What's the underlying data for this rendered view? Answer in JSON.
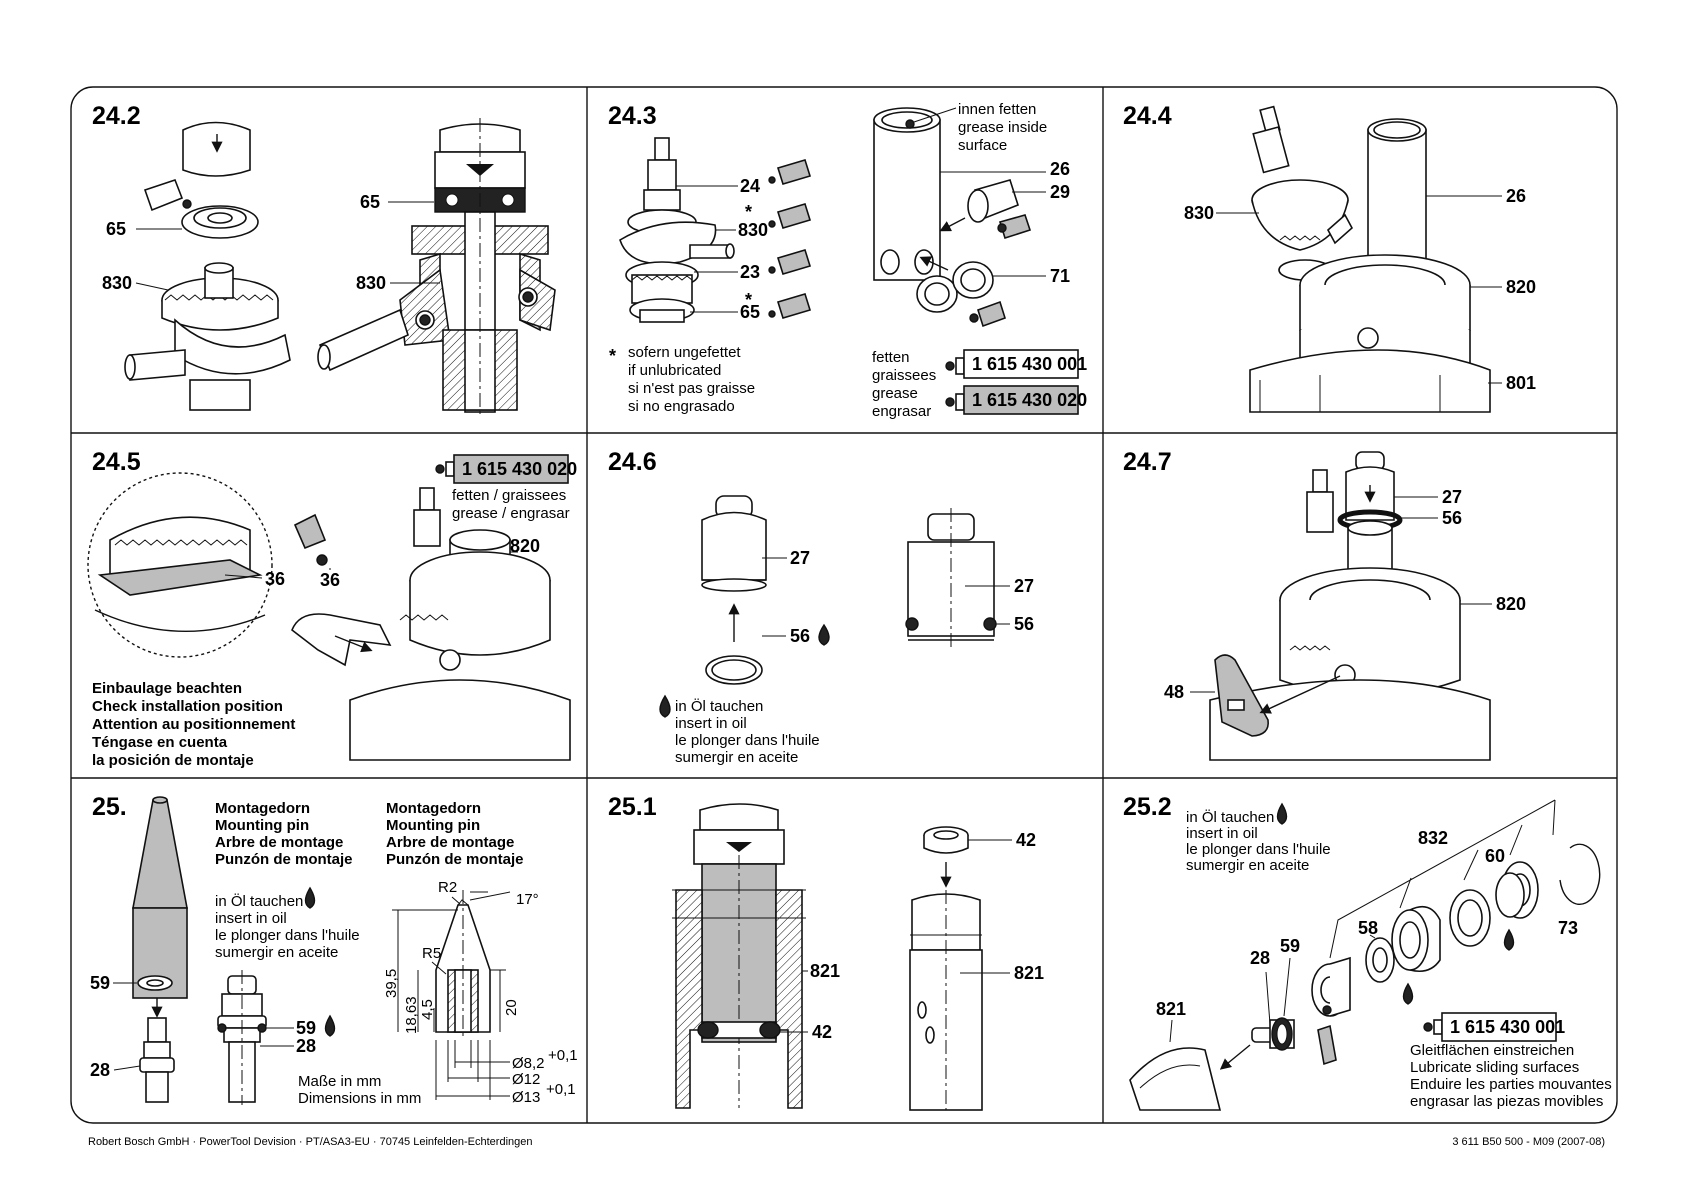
{
  "panels": [
    {
      "number": "24.2",
      "callouts": [
        "65",
        "830",
        "65",
        "830"
      ]
    },
    {
      "number": "24.3",
      "callouts": [
        "24",
        "830",
        "23",
        "65",
        "26",
        "29",
        "71"
      ],
      "inner_note": [
        "innen fetten",
        "grease inside",
        "surface"
      ],
      "note_lines": [
        "sofern ungefettet",
        "if unlubricated",
        "si n'est pas graisse",
        "si no engrasado"
      ],
      "grease_words": [
        "fetten",
        "graissees",
        "grease",
        "engrasar"
      ],
      "tube_codes": [
        "1 615 430 001",
        "1 615 430 020"
      ]
    },
    {
      "number": "24.4",
      "callouts": [
        "830",
        "26",
        "820",
        "801"
      ]
    },
    {
      "number": "24.5",
      "callouts": [
        "36",
        "36",
        "820"
      ],
      "tube_code": "1 615 430 020",
      "grease_lines": [
        "fetten / graissees",
        "grease / engrasar"
      ],
      "position_lines": [
        "Einbaulage beachten",
        "Check installation position",
        "Attention au positionnement",
        "Téngase en cuenta",
        "la posición de montaje"
      ]
    },
    {
      "number": "24.6",
      "callouts": [
        "27",
        "56",
        "27",
        "56"
      ],
      "oil_lines": [
        "in Öl tauchen",
        "insert in oil",
        "le plonger dans l'huile",
        "sumergir en aceite"
      ]
    },
    {
      "number": "24.7",
      "callouts": [
        "27",
        "56",
        "820",
        "48"
      ]
    },
    {
      "number": "25.",
      "callouts": [
        "59",
        "28",
        "59",
        "28"
      ],
      "pin_lines": [
        "Montagedorn",
        "Mounting pin",
        "Arbre de montage",
        "Punzón de montaje"
      ],
      "oil_lines": [
        "in Öl tauchen",
        "insert in oil",
        "le plonger dans l'huile",
        "sumergir en aceite"
      ],
      "dims": [
        "R2",
        "17°",
        "R5",
        "39,5",
        "18,63",
        "4,5",
        "20",
        "Ø8,2",
        "+0,1",
        "Ø12",
        "Ø13",
        "+0,1"
      ],
      "units": [
        "Maße in mm",
        "Dimensions in mm"
      ]
    },
    {
      "number": "25.1",
      "callouts": [
        "821",
        "42",
        "42",
        "821"
      ]
    },
    {
      "number": "25.2",
      "callouts": [
        "832",
        "60",
        "73",
        "58",
        "59",
        "28",
        "821"
      ],
      "oil_lines": [
        "in Öl tauchen",
        "insert in oil",
        "le plonger dans l'huile",
        "sumergir en aceite"
      ],
      "tube_code": "1 615 430 001",
      "lube_lines": [
        "Gleitflächen einstreichen",
        "Lubricate sliding surfaces",
        "Enduire les parties mouvantes",
        "engrasar las piezas movibles"
      ]
    }
  ],
  "footer": {
    "left": "Robert Bosch GmbH · PowerTool Devision · PT/ASA3-EU · 70745 Leinfelden-Echterdingen",
    "right": "3 611 B50 500 - M09 (2007-08)"
  }
}
